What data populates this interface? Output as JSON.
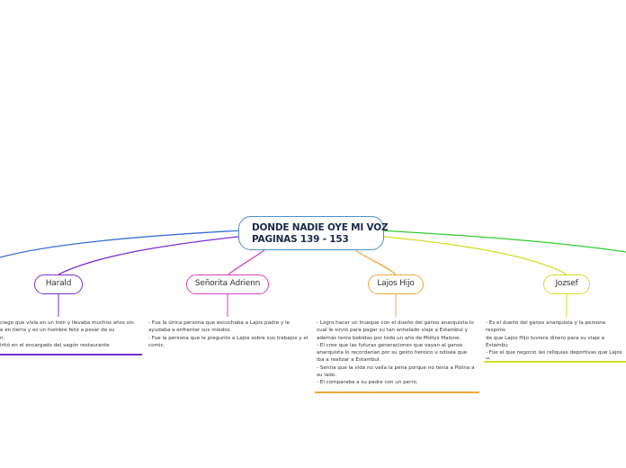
{
  "map": {
    "central": {
      "line1": "DONDE NADIE OYE MI VOZ",
      "line2": "PAGINAS 139 - 153"
    },
    "topics": [
      {
        "label": "Harald",
        "color": "#7a2fd4",
        "note": "ciego que vivía en un tren y llevaba muchos años sin\ne en tierra y es un hombre feliz a pesar de su\nn.\nirtió en el encargado del vagón restaurante"
      },
      {
        "label": "Señorita Adrienn",
        "color": "#d63fc8",
        "note": "- Fue la única persona que escuchaba a Lajos padre y le\nayudaba a enfrentar sus miedos.\n- Fue la persona que le pregunto a Lajos sobre sus trabajos y el\ncomic."
      },
      {
        "label": "Lajos Hijo",
        "color": "#f0a93a",
        "note": "- Logro hacer un trueque con el dueño del ganso anarquista lo\ncual le sirvió para pagar su tan anhelado viaje a Estambul y\nademás tenía bebidas por todo un año de Mollys Malone.\n- El cree que las futuras generaciones que vayan al ganso\nanarquista lo recordarían por su gesto heroico u odisea que\niba a realizar a Estambul.\n- Sentía que la vida no valía la pena porque no tenía a Polina a\nsu lado.\n- El comparaba a su padre con un perro."
      },
      {
        "label": "Jozsef",
        "color": "#d4dc2a",
        "note": "- Es el dueño del ganso anarquista y la persona respons\nde que Lajos Hijo tuviera dinero para su viaje a Estambu\n- Fue el que negocio las reliquias deportivas que Lajos H\nllevaba consigo y al cual se sentía orgulloso tenerlo exh\nen su Antro."
      }
    ],
    "offscreen_left_color": "#3a6fd8",
    "offscreen_right_color": "#33cc33"
  }
}
